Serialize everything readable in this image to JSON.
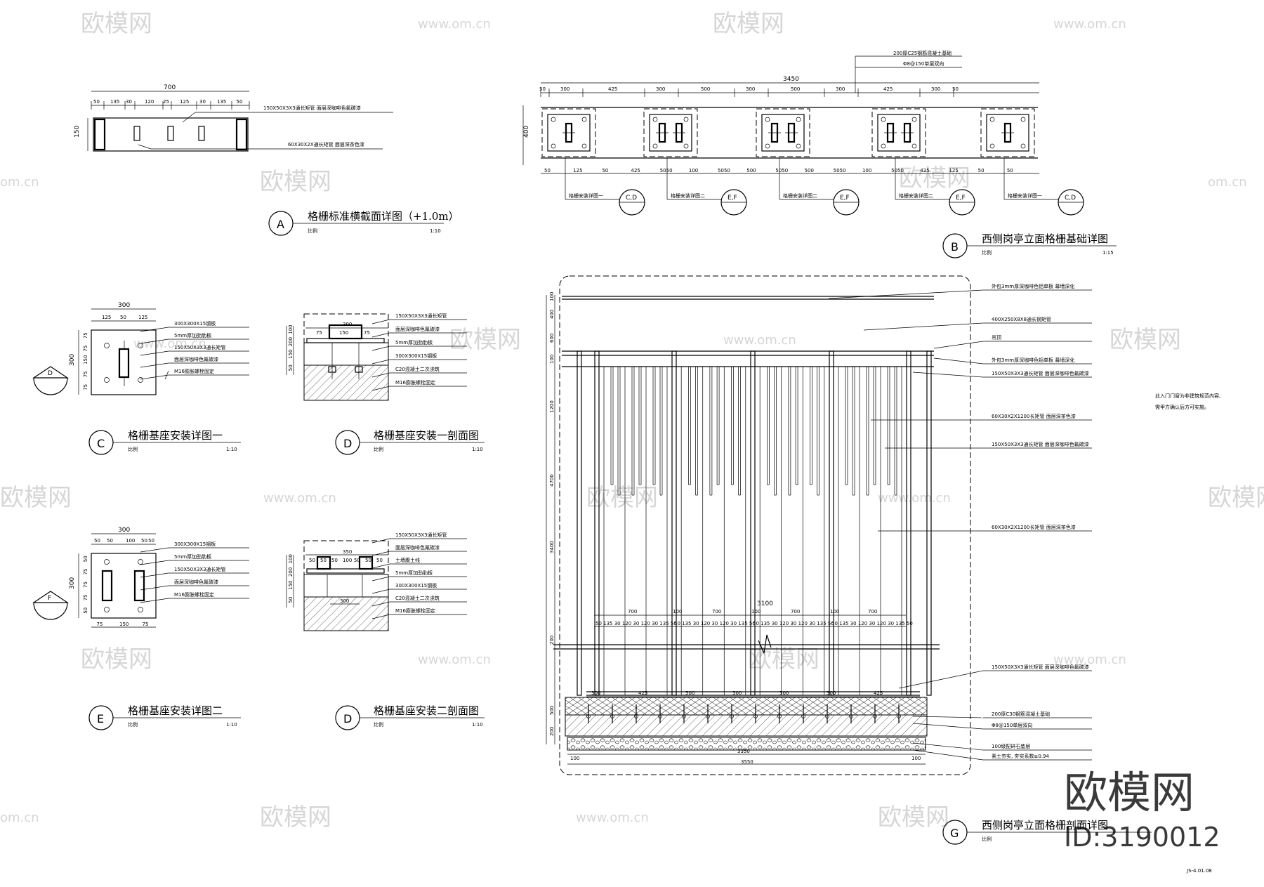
{
  "watermarks": {
    "brand": "欧模网",
    "site": "www.om.cn",
    "site_short": "om.cn",
    "big_brand": "欧模网",
    "id_label": "ID:3190012"
  },
  "sheet_no": "JS-4.01.08",
  "note": [
    "此入门门窗为非建筑规范内容,",
    "需甲方确认后方可实施。"
  ],
  "detail_a": {
    "tag": "A",
    "title": "格栅标准横截面详图（+1.0m）",
    "scale_label": "比例",
    "scale": "1:10",
    "total": "700",
    "dims": [
      "50",
      "135",
      "30",
      "120",
      "25",
      "125",
      "30",
      "135",
      "50"
    ],
    "height": "150",
    "callouts": [
      "150X50X3X3通长矩管 面层深咖啡色氟碳漆",
      "60X30X2X通长矩管 面层深茶色漆"
    ]
  },
  "detail_b": {
    "tag": "B",
    "title": "西侧岗亭立面格栅基础详图",
    "scale_label": "比例",
    "scale": "1:15",
    "total": "3450",
    "top_dims": [
      "50",
      "300",
      "425",
      "300",
      "500",
      "300",
      "500",
      "300",
      "425",
      "300",
      "50"
    ],
    "bottom_dims": [
      "50",
      "125",
      "50",
      "425",
      "5050",
      "100",
      "5050",
      "500",
      "5050",
      "500",
      "5050",
      "100",
      "5050",
      "425",
      "125",
      "50",
      "50"
    ],
    "height": "400",
    "top_callouts": [
      "200厚C25钢筋混凝土基础",
      "Φ8@150单层双向"
    ],
    "refs": [
      {
        "label": "格栅安装详图一",
        "code": "C,D"
      },
      {
        "label": "格栅安装详图二",
        "code": "E,F"
      },
      {
        "label": "格栅安装详图二",
        "code": "E,F"
      },
      {
        "label": "格栅安装详图二",
        "code": "E,F"
      },
      {
        "label": "格栅安装详图一",
        "code": "C,D"
      }
    ]
  },
  "detail_c": {
    "tag": "C",
    "title": "格栅基座安装详图一",
    "scale_label": "比例",
    "scale": "1:10",
    "total": "300",
    "dims": [
      "125",
      "50",
      "125"
    ],
    "side_dims": [
      "75",
      "75",
      "150",
      "75",
      "75"
    ],
    "height": "300",
    "section_tag": "D",
    "callouts": [
      "300X300X15钢板",
      "5mm厚加劲肋板",
      "150X50X3X3通长矩管",
      "面层深咖啡色氟碳漆",
      "M16膨胀螺栓固定"
    ]
  },
  "detail_d1": {
    "tag": "D",
    "title": "格栅基座安装一剖面图",
    "scale_label": "比例",
    "scale": "1:10",
    "dims": [
      "300",
      "75",
      "150",
      "75"
    ],
    "side_dims": [
      "100",
      "200",
      "150",
      "50"
    ],
    "callouts": [
      "150X50X3X3通长矩管",
      "面层深咖啡色氟碳漆",
      "5mm厚加劲肋板",
      "300X300X15钢板",
      "C20混凝土二次浇筑",
      "M16膨胀螺栓固定"
    ]
  },
  "detail_e": {
    "tag": "E",
    "title": "格栅基座安装详图二",
    "scale_label": "比例",
    "scale": "1:10",
    "total": "300",
    "dims": [
      "50",
      "50",
      "100",
      "50",
      "50"
    ],
    "side_dims": [
      "50",
      "75",
      "75",
      "75",
      "50"
    ],
    "bottom_dims": [
      "75",
      "150",
      "75"
    ],
    "height": "300",
    "section_tag": "F",
    "callouts": [
      "300X300X15钢板",
      "5mm厚加劲肋板",
      "150X50X3X3通长矩管",
      "面层深咖啡色氟碳漆",
      "M16膨胀螺栓固定"
    ]
  },
  "detail_d2": {
    "tag": "D",
    "title": "格栅基座安装二剖面图",
    "scale_label": "比例",
    "scale": "1:10",
    "top": "350",
    "bottom": "300",
    "dims": [
      "50",
      "50",
      "50",
      "100",
      "50",
      "50",
      "50"
    ],
    "side_dims": [
      "100",
      "200",
      "150",
      "50"
    ],
    "callouts": [
      "150X50X3X3通长矩管",
      "面层深咖啡色氟碳漆",
      "土墙腹土线",
      "5mm厚加劲肋板",
      "300X300X15钢板",
      "C20混凝土二次浇筑",
      "M16膨胀螺栓固定"
    ]
  },
  "detail_g": {
    "tag": "G",
    "title": "西侧岗亭立面格栅剖面详图",
    "scale_label": "比例",
    "left_dims": [
      "100",
      "400",
      "600",
      "100",
      "1200",
      "4700",
      "3400",
      "200",
      "500",
      "200"
    ],
    "span_total": "3100",
    "span_parts": [
      "700",
      "100",
      "700",
      "100",
      "700",
      "100",
      "700"
    ],
    "slat_dims": "50 135 30 120 30 120 30 135 50",
    "base_dims": [
      "300",
      "425",
      "500",
      "300",
      "500",
      "300",
      "425"
    ],
    "bottom_total": "3350",
    "overall": "3550",
    "edge": "100",
    "callouts": [
      "外包3mm厚深咖啡色铝单板 幕墙深化",
      "400X250X8X8通长钢矩管",
      "吊顶",
      "外包3mm厚深咖啡色铝单板 幕墙深化",
      "150X50X3X3通长矩管 面层深咖啡色氟碳漆",
      "60X30X2X1200长矩管 面层深茶色漆",
      "150X50X3X3通长矩管 面层深咖啡色氟碳漆",
      "60X30X2X1200长矩管 面层深茶色漆",
      "150X50X3X3通长矩管 面层深咖啡色氟碳漆",
      "200厚C30钢筋混凝土基础",
      "Φ8@150单层双向",
      "100级配碎石垫层",
      "素土夯实, 夯实系数≥0.94"
    ]
  }
}
